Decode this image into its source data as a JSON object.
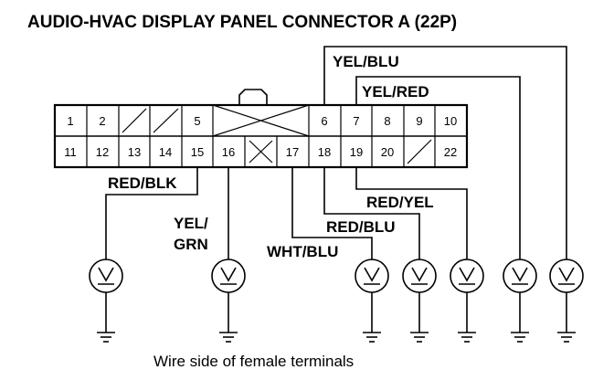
{
  "title": "AUDIO-HVAC DISPLAY PANEL CONNECTOR A (22P)",
  "caption": "Wire side of female terminals",
  "connector": {
    "top_row": [
      {
        "pin": "1"
      },
      {
        "pin": "2"
      },
      {
        "pin": "",
        "empty": true
      },
      {
        "pin": "",
        "empty": true
      },
      {
        "pin": "5"
      },
      {
        "pin": "",
        "blank_wide": true
      },
      {
        "pin": "6"
      },
      {
        "pin": "7"
      },
      {
        "pin": "8"
      },
      {
        "pin": "9"
      },
      {
        "pin": "10"
      }
    ],
    "bottom_row": [
      {
        "pin": "11"
      },
      {
        "pin": "12"
      },
      {
        "pin": "13"
      },
      {
        "pin": "14"
      },
      {
        "pin": "15"
      },
      {
        "pin": "16"
      },
      {
        "pin": "",
        "blank": true
      },
      {
        "pin": "17"
      },
      {
        "pin": "18"
      },
      {
        "pin": "19"
      },
      {
        "pin": "20"
      },
      {
        "pin": "",
        "empty": true
      },
      {
        "pin": "22"
      }
    ]
  },
  "wires": [
    {
      "label": "RED/BLK",
      "pin": "15"
    },
    {
      "label_lines": [
        "YEL/",
        "GRN"
      ],
      "pin": "16"
    },
    {
      "label": "WHT/BLU",
      "pin": "17"
    },
    {
      "label": "RED/BLU",
      "pin": "18"
    },
    {
      "label": "RED/YEL",
      "pin": "19"
    },
    {
      "label": "YEL/RED",
      "pin": "7"
    },
    {
      "label": "YEL/BLU",
      "pin": "6"
    }
  ],
  "meter_symbol": "V",
  "icons": {
    "meter": "voltmeter-icon",
    "ground": "ground-icon"
  }
}
